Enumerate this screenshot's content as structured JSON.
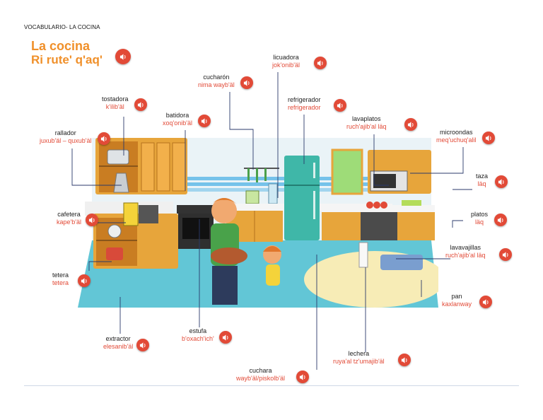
{
  "header": "VOCABULARIO- LA COCINA",
  "title": {
    "line1": "La cocina",
    "line2": "Ri rute' q'aq'"
  },
  "labels": [
    {
      "es": "licuadora",
      "kq": "jok'onib'äl"
    },
    {
      "es": "cucharón",
      "kq": "nima wayb'äl"
    },
    {
      "es": "refrigerador",
      "kq": "refrigerador"
    },
    {
      "es": "tostadora",
      "kq": "k'ilib'äl"
    },
    {
      "es": "batidora",
      "kq": "xoq'onib'äl"
    },
    {
      "es": "lavaplatos",
      "kq": "ruch'ajib'al läq"
    },
    {
      "es": "rallador",
      "kq": "juxub'äl – quxub'äl"
    },
    {
      "es": "microondas",
      "kq": "meq'uchuq'alil"
    },
    {
      "es": "taza",
      "kq": "läq"
    },
    {
      "es": "cafetera",
      "kq": "kape'b'äl"
    },
    {
      "es": "platos",
      "kq": "läq"
    },
    {
      "es": "lavavajillas",
      "kq": "ruch'ajib'al läq"
    },
    {
      "es": "tetera",
      "kq": "tetera"
    },
    {
      "es": "pan",
      "kq": "kaxlanway"
    },
    {
      "es": "estufa",
      "kq": "b'oxach'ich'"
    },
    {
      "es": "extractor",
      "kq": "elesanib'äl"
    },
    {
      "es": "lechera",
      "kq": "ruya'al tz'umajib'äl"
    },
    {
      "es": "cuchara",
      "kq": "wayb'äl/piskolb'äl"
    }
  ],
  "colors": {
    "accent": "#e24a37",
    "title": "#f0902a",
    "wall": "#eaf3f7",
    "floor": "#62c6d6",
    "cabinet": "#e7a53b"
  },
  "icons": {
    "audio": "speaker-icon"
  }
}
